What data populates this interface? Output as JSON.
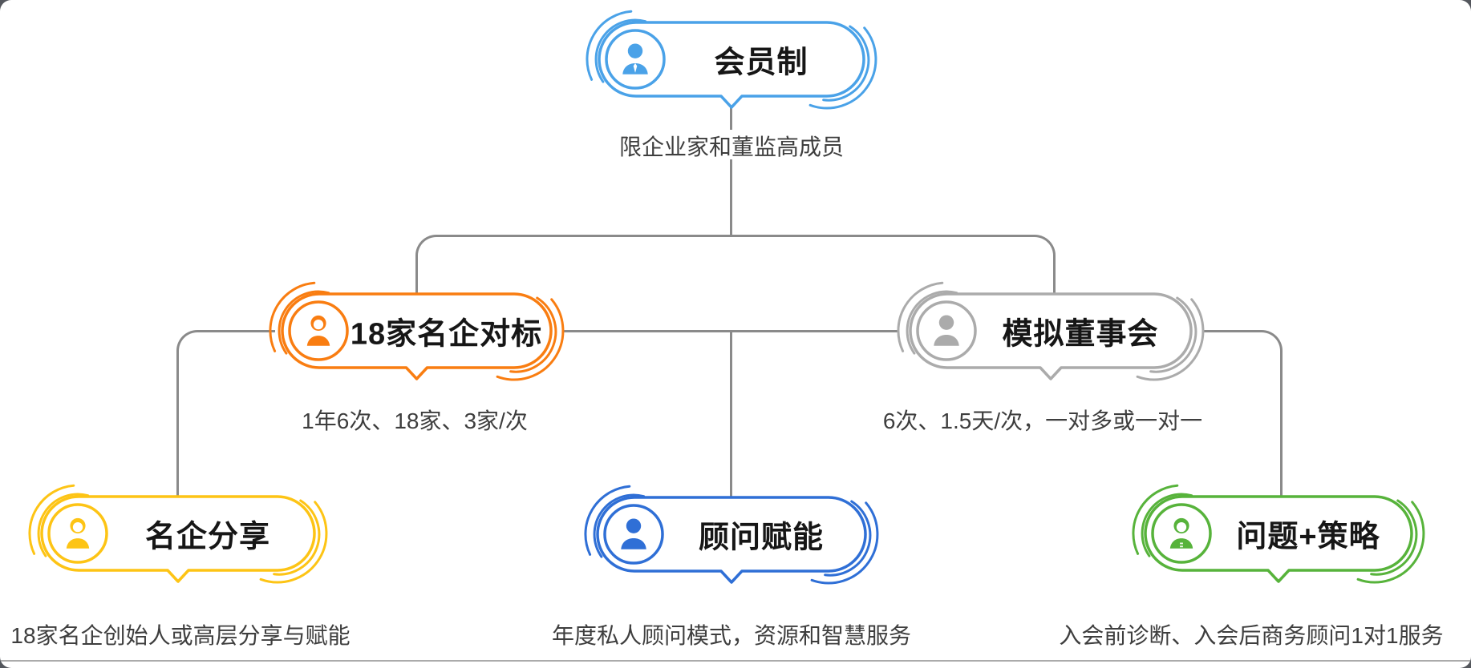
{
  "line_color": "#8a8a8a",
  "root": {
    "title": "会员制",
    "caption": "限企业家和董监高成员",
    "color": "#4aa2e8"
  },
  "nodes": [
    {
      "id": "benchmark",
      "title": "18家名企对标",
      "caption": "1年6次、18家、3家/次",
      "color": "#f97d11"
    },
    {
      "id": "board",
      "title": "模拟董事会",
      "caption": "6次、1.5天/次，一对多或一对一",
      "color": "#ababab"
    },
    {
      "id": "share",
      "title": "名企分享",
      "caption": "18家名企创始人或高层分享与赋能",
      "color": "#fdc415"
    },
    {
      "id": "advisor",
      "title": "顾问赋能",
      "caption": "年度私人顾问模式，资源和智慧服务",
      "color": "#2f6fd6"
    },
    {
      "id": "strategy",
      "title": "问题+策略",
      "caption": "入会前诊断、入会后商务顾问1对1服务",
      "color": "#57b33b"
    }
  ]
}
